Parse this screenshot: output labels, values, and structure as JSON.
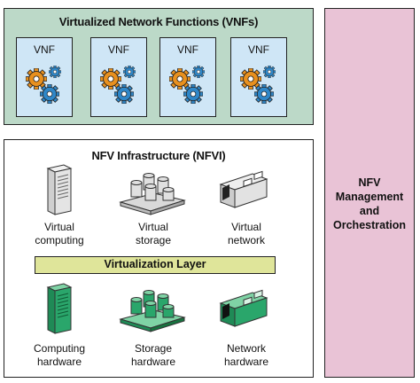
{
  "vnf_panel": {
    "title": "Virtualized Network Functions (VNFs)",
    "cards": [
      {
        "label": "VNF"
      },
      {
        "label": "VNF"
      },
      {
        "label": "VNF"
      },
      {
        "label": "VNF"
      }
    ]
  },
  "nfvi_panel": {
    "title": "NFV Infrastructure (NFVI)",
    "virtual": [
      {
        "line1": "Virtual",
        "line2": "computing"
      },
      {
        "line1": "Virtual",
        "line2": "storage"
      },
      {
        "line1": "Virtual",
        "line2": "network"
      }
    ],
    "layer_label": "Virtualization Layer",
    "hardware": [
      {
        "line1": "Computing",
        "line2": "hardware"
      },
      {
        "line1": "Storage",
        "line2": "hardware"
      },
      {
        "line1": "Network",
        "line2": "hardware"
      }
    ]
  },
  "mano_panel": {
    "line1": "NFV",
    "line2": "Management",
    "line3": "and",
    "line4": "Orchestration"
  },
  "colors": {
    "vnf_panel_bg": "#bcd9c8",
    "vnf_card_bg": "#cfe6f6",
    "virtualization_layer_bg": "#dfe59a",
    "mano_panel_bg": "#e9c3d6",
    "gear_orange": "#e8901e",
    "gear_blue": "#2f87c8",
    "hardware_green": "#2aa66b"
  }
}
